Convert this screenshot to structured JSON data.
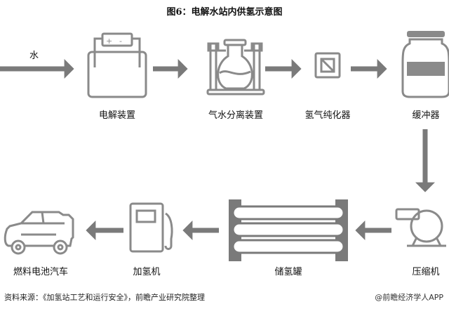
{
  "title": "图6：电解水站内供氢示意图",
  "input_label": "水",
  "nodes": [
    {
      "id": "electrolyzer",
      "label": "电解装置",
      "icon": "electrolyzer-icon"
    },
    {
      "id": "separator",
      "label": "气水分离装置",
      "icon": "flask-separator-icon"
    },
    {
      "id": "purifier",
      "label": "氢气纯化器",
      "icon": "purifier-icon"
    },
    {
      "id": "buffer",
      "label": "缓冲器",
      "icon": "buffer-jar-icon"
    },
    {
      "id": "compressor",
      "label": "压缩机",
      "icon": "compressor-icon"
    },
    {
      "id": "storage",
      "label": "储氢罐",
      "icon": "storage-tank-icon"
    },
    {
      "id": "dispenser",
      "label": "加氢机",
      "icon": "fuel-dispenser-icon"
    },
    {
      "id": "vehicle",
      "label": "燃料电池汽车",
      "icon": "car-icon"
    }
  ],
  "edges": [
    [
      "water",
      "electrolyzer"
    ],
    [
      "electrolyzer",
      "separator"
    ],
    [
      "separator",
      "purifier"
    ],
    [
      "purifier",
      "buffer"
    ],
    [
      "buffer",
      "compressor"
    ],
    [
      "compressor",
      "storage"
    ],
    [
      "storage",
      "dispenser"
    ],
    [
      "dispenser",
      "vehicle"
    ]
  ],
  "source": "资料来源：《加氢站工艺和运行安全》，前瞻产业研究院整理",
  "credit": "@前瞻经济学人APP",
  "colors": {
    "icon": "#8a8a8a",
    "arrow": "#7a7a7a"
  }
}
